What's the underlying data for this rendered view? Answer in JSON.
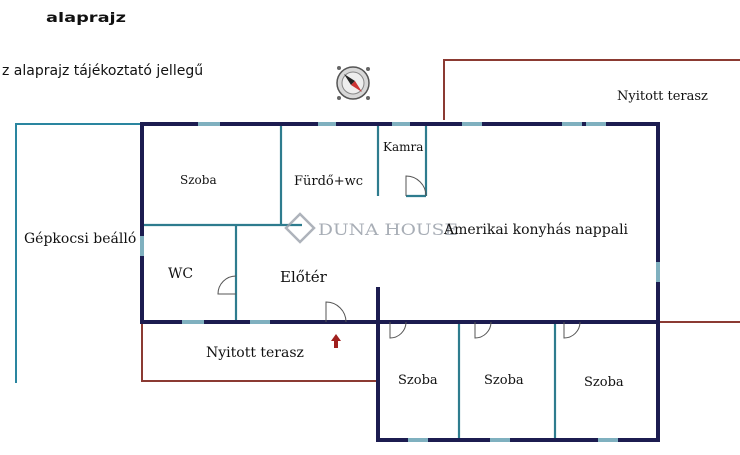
{
  "header": {
    "title_partial": "alaprajz",
    "note": "z alaprajz tájékoztató jellegű"
  },
  "watermark": {
    "brand": "DUNA HOUSE"
  },
  "rooms": {
    "szoba_top": "Szoba",
    "furdo": "Fürdő+wc",
    "kamra": "Kamra",
    "wc": "WC",
    "eloter": "Előtér",
    "nappali": "Amerikai konyhás nappali",
    "szoba_b1": "Szoba",
    "szoba_b2": "Szoba",
    "szoba_b3": "Szoba"
  },
  "outdoor": {
    "gepkocsi": "Gépkocsi beálló",
    "terasz_right": "Nyitott terasz",
    "terasz_left": "Nyitott terasz"
  },
  "colors": {
    "wall": "#1c1c50",
    "window": "#7fb0bf",
    "partition": "#2e7c8e",
    "carport": "#2a86a0",
    "terrace": "#8b3a32",
    "entrance_arrow": "#a0201e",
    "watermark": "#9aa0aa"
  },
  "icons": {
    "compass": "compass-icon",
    "entrance": "entrance-arrow-icon"
  }
}
